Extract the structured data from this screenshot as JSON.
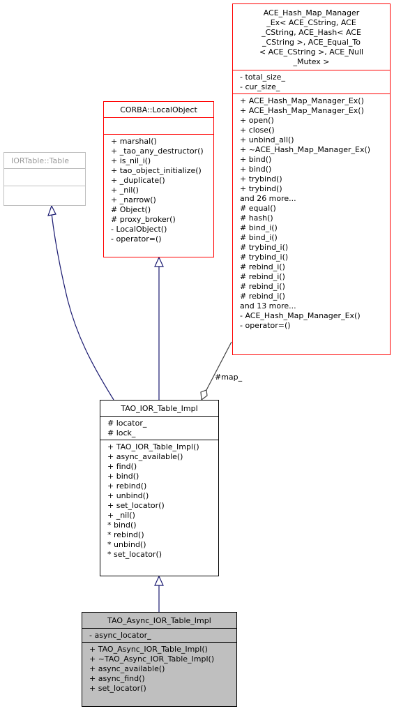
{
  "classes": {
    "ior_table": {
      "title": "IORTable::Table",
      "attributes": [],
      "methods": []
    },
    "local_object": {
      "title": "CORBA::LocalObject",
      "attributes": [],
      "methods": [
        "+ marshal()",
        "+ _tao_any_destructor()",
        "+ is_nil_i()",
        "+ tao_object_initialize()",
        "+ _duplicate()",
        "+ _nil()",
        "+ _narrow()",
        "# Object()",
        "# proxy_broker()",
        "- LocalObject()",
        "- operator=()"
      ]
    },
    "hash_map": {
      "title_lines": [
        "ACE_Hash_Map_Manager",
        "_Ex< ACE_CString, ACE",
        "_CString, ACE_Hash< ACE",
        "_CString >, ACE_Equal_To",
        "< ACE_CString >, ACE_Null",
        "_Mutex >"
      ],
      "attributes": [
        "- total_size_",
        "- cur_size_"
      ],
      "methods": [
        "+ ACE_Hash_Map_Manager_Ex()",
        "+ ACE_Hash_Map_Manager_Ex()",
        "+ open()",
        "+ close()",
        "+ unbind_all()",
        "+ ~ACE_Hash_Map_Manager_Ex()",
        "+ bind()",
        "+ bind()",
        "+ trybind()",
        "+ trybind()",
        "and 26 more...",
        "# equal()",
        "# hash()",
        "# bind_i()",
        "# bind_i()",
        "# trybind_i()",
        "# trybind_i()",
        "# rebind_i()",
        "# rebind_i()",
        "# rebind_i()",
        "# rebind_i()",
        "and 13 more...",
        "- ACE_Hash_Map_Manager_Ex()",
        "- operator=()"
      ]
    },
    "ior_table_impl": {
      "title": "TAO_IOR_Table_Impl",
      "attributes": [
        "# locator_",
        "# lock_"
      ],
      "methods": [
        "+ TAO_IOR_Table_Impl()",
        "+ async_available()",
        "+ find()",
        "+ bind()",
        "+ rebind()",
        "+ unbind()",
        "+ set_locator()",
        "+ _nil()",
        "* bind()",
        "* rebind()",
        "* unbind()",
        "* set_locator()"
      ]
    },
    "async_ior_table_impl": {
      "title": "TAO_Async_IOR_Table_Impl",
      "attributes": [
        "- async_locator_"
      ],
      "methods": [
        "+ TAO_Async_IOR_Table_Impl()",
        "+ ~TAO_Async_IOR_Table_Impl()",
        "+ async_available()",
        "+ async_find()",
        "+ set_locator()"
      ]
    }
  },
  "edges": {
    "map_label": "#map_"
  },
  "colors": {
    "inheritance_edge": "#191970",
    "composition_edge": "#404040",
    "external_border": "#ff0000",
    "current_fill": "#bfbfbf"
  }
}
